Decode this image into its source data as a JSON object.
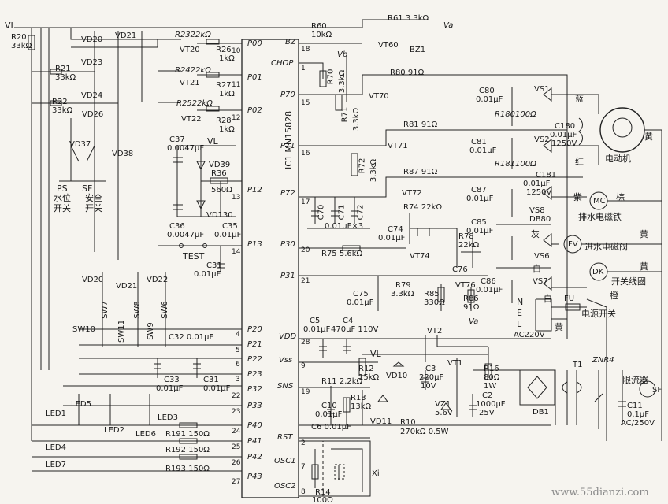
{
  "ic": {
    "label": "IC1 MN15828"
  },
  "ports": {
    "p00": "P00",
    "p01": "P01",
    "p02": "P02",
    "p12": "P12",
    "p13": "P13",
    "p20": "P20",
    "p21": "P21",
    "p22": "P22",
    "p23": "P23",
    "p32": "P32",
    "p33": "P33",
    "p40": "P40",
    "p41": "P41",
    "p42": "P42",
    "p43": "P43",
    "bz": "BZ",
    "chop": "CHOP",
    "p70": "P70",
    "p71": "P71",
    "p72": "P72",
    "p30": "P30",
    "p31": "P31",
    "vdd": "VDD",
    "vss": "Vss",
    "sns": "SNS",
    "rst": "RST",
    "osc1": "OSC1",
    "osc2": "OSC2"
  },
  "pins": {
    "n10": "10",
    "n11": "11",
    "n12": "12",
    "n13": "13",
    "n14": "14",
    "n4": "4",
    "n5": "5",
    "n6": "6",
    "n3": "3",
    "n22": "22",
    "n23": "23",
    "n24": "24",
    "n25": "25",
    "n26": "26",
    "n27": "27",
    "n18": "18",
    "n1": "1",
    "n15": "15",
    "n16": "16",
    "n17": "17",
    "n20": "20",
    "n21": "21",
    "n28": "28",
    "n9": "9",
    "n19": "19",
    "n2": "2",
    "n7": "7",
    "n8": "8",
    "n3b": "3"
  },
  "left": {
    "vl": "VL",
    "r20": "R20",
    "r20v": "33kΩ",
    "vd20a": "VD20",
    "vd21a": "VD21",
    "vd23": "VD23",
    "r21": "R21",
    "r21v": "33kΩ",
    "vd24": "VD24",
    "r22": "R22",
    "r22v": "33kΩ",
    "vd26": "VD26",
    "vd37": "VD37",
    "vd38": "VD38",
    "ps": "PS",
    "sf": "SF",
    "ps_cn": "水位",
    "ps_cn2": "开关",
    "sf_cn": "安全",
    "sf_cn2": "开关",
    "vd20b": "VD20",
    "vd21b": "VD21",
    "vd22": "VD22",
    "sw7": "SW7",
    "sw8": "SW8",
    "sw6": "SW6",
    "sw10": "SW10",
    "sw11": "SW11",
    "sw9": "SW9",
    "led5": "LED5",
    "led1": "LED1",
    "led2": "LED2",
    "led6": "LED6",
    "led3": "LED3",
    "led4": "LED4",
    "led7": "LED7"
  },
  "mid": {
    "r23": "R2322kΩ",
    "vt20": "VT20",
    "r26": "R26",
    "r26v": "1kΩ",
    "r24": "R2422kΩ",
    "vt21": "VT21",
    "r27": "R27",
    "r27v": "1kΩ",
    "r25": "R2522kΩ",
    "vt22": "VT22",
    "r28": "R28",
    "r28v": "1kΩ",
    "c37": "C37",
    "c37v": "0.0047μF",
    "vl2": "VL",
    "vd39": "VD39",
    "r36": "R36",
    "r36v": "560Ω",
    "vd130": "VD130",
    "c36": "C36",
    "c36v": "0.0047μF",
    "c35": "C35",
    "c35v": "0.01μF",
    "test": "TEST",
    "c31": "C31",
    "c31v": "0.01μF",
    "c32": "C32  0.01μF",
    "c33": "C33",
    "c33v": "0.01μF",
    "c31b": "C31",
    "c31bv": "0.01μF",
    "r191": "R191 150Ω",
    "r192": "R192 150Ω",
    "r193": "R193 150Ω"
  },
  "right": {
    "r60": "R60",
    "r60v": "10kΩ",
    "r61": "R61 3.3kΩ",
    "va": "Va",
    "vt60": "VT60",
    "bz1": "BZ1",
    "vb": "Vb",
    "r70": "R70",
    "r70v": "3.3kΩ",
    "r71": "R71",
    "r71v": "3.3kΩ",
    "r72": "R72",
    "r72v": "3.3kΩ",
    "r80": "R80 91Ω",
    "vt70": "VT70",
    "r81": "R81 91Ω",
    "vt71": "VT71",
    "r87": "R87 91Ω",
    "vt72": "VT72",
    "c70": "C70",
    "c71": "C71",
    "c72": "C72",
    "c7x": "0.01μF×3",
    "r74": "R74 22kΩ",
    "c74": "C74",
    "c74v": "0.01μF",
    "r75": "R75 5.6kΩ",
    "vt74": "VT74",
    "r78": "R78",
    "r78v": "22kΩ",
    "c76": "C76",
    "vt76": "VT76",
    "c75": "C75",
    "c75v": "0.01μF",
    "r79": "R79",
    "r79v": "3.3kΩ",
    "r85": "R85",
    "r85v": "330Ω",
    "r86": "R86",
    "r86v": "91Ω",
    "c80": "C80",
    "c80v": "0.01μF",
    "vs1": "VS1",
    "r180": "R180100Ω",
    "c180": "C180",
    "c180v": "0.01μF",
    "c180w": "1250V",
    "vs2": "VS2",
    "c81": "C81",
    "c81v": "0.01μF",
    "r181": "R181100Ω",
    "c181": "C181",
    "c181v": "0.01μF",
    "c181w": "1250V",
    "blue": "蓝",
    "red": "红",
    "yellow1": "黄",
    "motor_cn": "电动机",
    "c87": "C87",
    "c87v": "0.01μF",
    "vs8": "VS8",
    "db80": "DB80",
    "purple": "紫",
    "brown": "棕",
    "mc": "MC",
    "mc_cn": "排水电磁铁",
    "c85": "C85",
    "c85v": "0.01μF",
    "gray": "灰",
    "fv": "FV",
    "vs6": "VS6",
    "fv_cn": "进水电磁阀",
    "yellow2": "黄",
    "c86": "C86",
    "c86v": "0.01μF",
    "white": "白",
    "vs7": "VS7",
    "dk": "DK",
    "dk_cn": "开关线圈",
    "yellow3": "黄",
    "n": "N",
    "e": "E",
    "l": "L",
    "white2": "白",
    "fu": "FU",
    "orange": "橙",
    "yellow4": "黄",
    "ac220": "AC220V",
    "pwr_cn": "电源开关"
  },
  "power": {
    "c5": "C5",
    "c5v": "0.01μF",
    "c4": "C4",
    "c4v": "470μF 110V",
    "vt2": "VT2",
    "va2": "Va",
    "vl3": "VL",
    "r12": "R12",
    "r12v": "15kΩ",
    "vd10": "VD10",
    "c3": "C3",
    "c3v": "220μF",
    "c3w": "10V",
    "vt1": "VT1",
    "r16": "R16",
    "r16v": "80Ω",
    "r16w": "1W",
    "r11": "R11 2.2kΩ",
    "c10": "C10",
    "c10v": "0.01μF",
    "r13": "R13",
    "r13v": "13kΩ",
    "vz1": "VZ1",
    "vz1v": "5.6V",
    "c2": "C2",
    "c2v": "1000μF",
    "c2w": "25V",
    "vd11": "VD11",
    "r10": "R10",
    "r10v": "270kΩ 0.5W",
    "db1": "DB1",
    "t1": "T1",
    "znr4": "ZNR4",
    "limiter_cn": "限流器",
    "sf2": "SF",
    "c11": "C11",
    "c11v": "0.1μF",
    "c11w": "AC/250V",
    "c6": "C6  0.01μF",
    "r14": "R14",
    "r14v": "100Ω",
    "xi": "Xi"
  },
  "watermark": "www.55dianzi.com"
}
